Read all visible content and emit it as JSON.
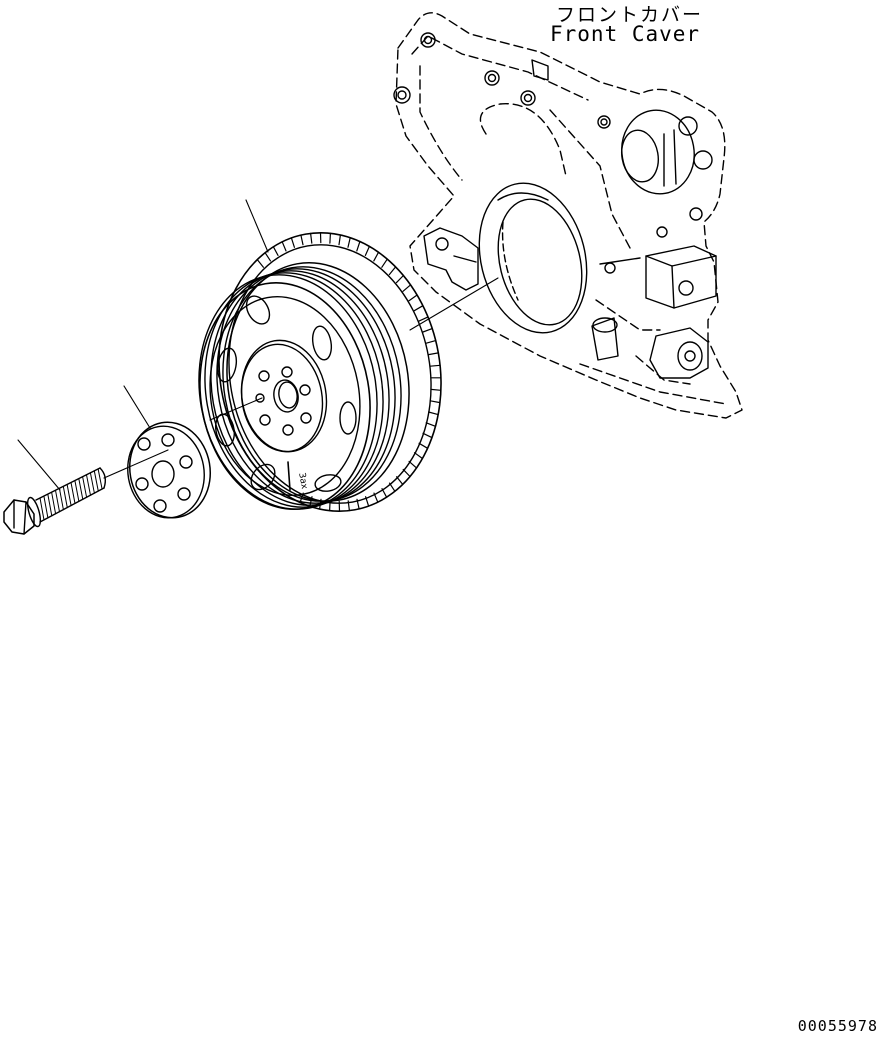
{
  "labels": {
    "part_name_jp": "フロントカバー",
    "part_name_en": "Front Caver",
    "pulley_mark": "3ax"
  },
  "footer": {
    "drawing_number": "00055978"
  },
  "colors": {
    "line": "#000000",
    "background": "#ffffff"
  }
}
